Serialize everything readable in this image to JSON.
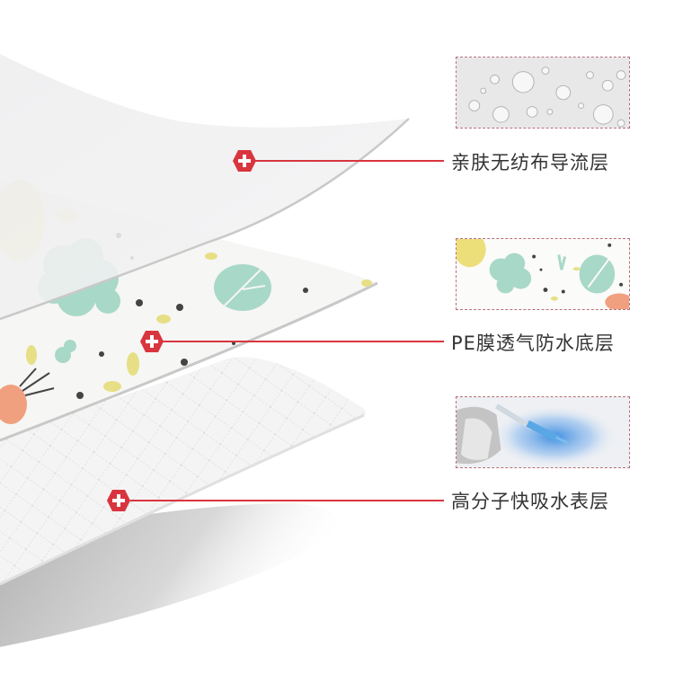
{
  "colors": {
    "accent_red": "#d9353f",
    "label_text": "#333333",
    "thumb_border": "#b56e7a",
    "veg_mint": "#a8d8c8",
    "veg_yellow": "#e6df86",
    "veg_carrot": "#f0a07e",
    "absorb_blue": "#4a90e2"
  },
  "layers": [
    {
      "id": "top",
      "label": "亲肤无纺布导流层",
      "thumb_icon": "water-droplets-image",
      "marker_icon": "plus-hexagon-icon"
    },
    {
      "id": "middle",
      "label": "PE膜透气防水底层",
      "thumb_icon": "vegetable-pattern-image",
      "marker_icon": "plus-hexagon-icon"
    },
    {
      "id": "bottom",
      "label": "高分子快吸水表层",
      "thumb_icon": "dropper-absorption-image",
      "marker_icon": "plus-hexagon-icon"
    }
  ]
}
